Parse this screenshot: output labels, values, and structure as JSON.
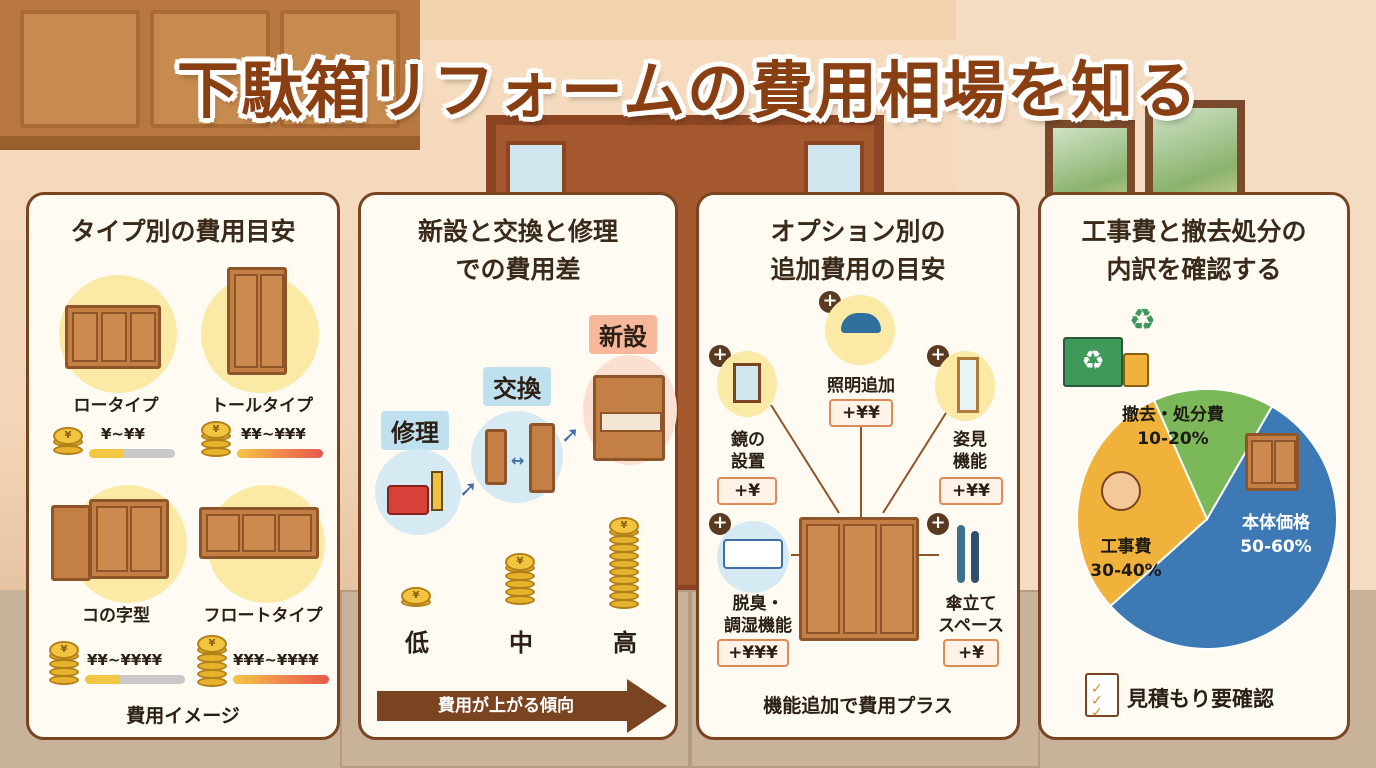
{
  "title": "下駄箱リフォームの費用相場を知る",
  "colors": {
    "title": "#8a3f12",
    "panel_border": "#7a4420",
    "coin": "#e6b22c",
    "pie_body": "#3d7ab5",
    "pie_work": "#f0b23a",
    "pie_disposal": "#7ab85a"
  },
  "panel1": {
    "heading": "タイプ別の費用目安",
    "types": [
      {
        "name": "ロータイプ",
        "price": "¥~¥¥",
        "level": 0.4
      },
      {
        "name": "トールタイプ",
        "price": "¥¥~¥¥¥",
        "level": 1.0
      },
      {
        "name": "コの字型",
        "price": "¥¥~¥¥¥¥",
        "level": 0.35
      },
      {
        "name": "フロートタイプ",
        "price": "¥¥¥~¥¥¥¥",
        "level": 1.0
      }
    ],
    "footer": "費用イメージ"
  },
  "panel2": {
    "heading": "新設と交換と修理\nでの費用差",
    "tags": [
      "修理",
      "交換",
      "新設"
    ],
    "levels": [
      "低",
      "中",
      "高"
    ],
    "arrow_label": "費用が上がる傾向"
  },
  "panel3": {
    "heading": "オプション別の\n追加費用の目安",
    "options": [
      {
        "name": "照明追加",
        "price": "+¥¥",
        "icon": "lamp-icon"
      },
      {
        "name": "鏡の\n設置",
        "price": "+¥",
        "icon": "mirror-icon"
      },
      {
        "name": "姿見\n機能",
        "price": "+¥¥",
        "icon": "full-mirror-icon"
      },
      {
        "name": "脱臭・\n調湿機能",
        "price": "+¥¥¥",
        "icon": "deodorizer-icon"
      },
      {
        "name": "傘立て\nスペース",
        "price": "+¥",
        "icon": "umbrella-icon"
      }
    ],
    "footer": "機能追加で費用プラス"
  },
  "panel4": {
    "heading": "工事費と撤去処分の\n内訳を確認する",
    "chart_data": {
      "type": "pie",
      "slices": [
        {
          "label": "本体価格",
          "range": "50-60%",
          "value": 55
        },
        {
          "label": "工事費",
          "range": "30-40%",
          "value": 30
        },
        {
          "label": "撤去・処分費",
          "range": "10-20%",
          "value": 15
        }
      ]
    },
    "footer": "見積もり要確認"
  }
}
